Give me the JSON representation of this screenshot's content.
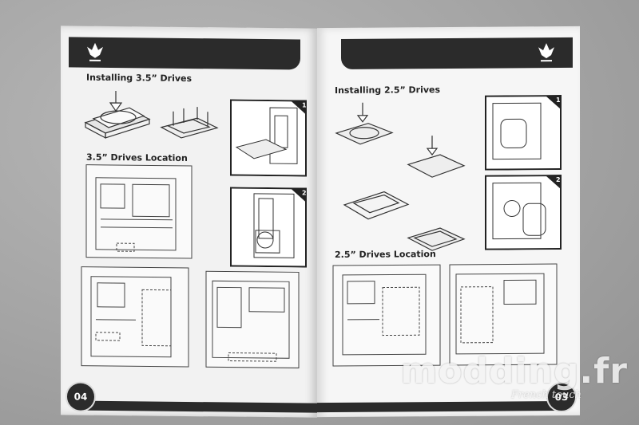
{
  "left_page": {
    "heading_install": "Installing 3.5” Drives",
    "heading_location": "3.5” Drives Location",
    "page_number": "04",
    "step_labels": [
      "1",
      "2"
    ]
  },
  "right_page": {
    "heading_install": "Installing 2.5” Drives",
    "heading_location": "2.5” Drives Location",
    "page_number": "03",
    "step_labels": [
      "1",
      "2"
    ]
  },
  "watermark": {
    "main": "modding.fr",
    "sub": "French touch"
  },
  "icons": {
    "brand_logo": "bitfenix-logo-icon"
  },
  "colors": {
    "banner": "#2b2b2b",
    "page": "#f2f2f2",
    "background": "#a4a4a4"
  }
}
